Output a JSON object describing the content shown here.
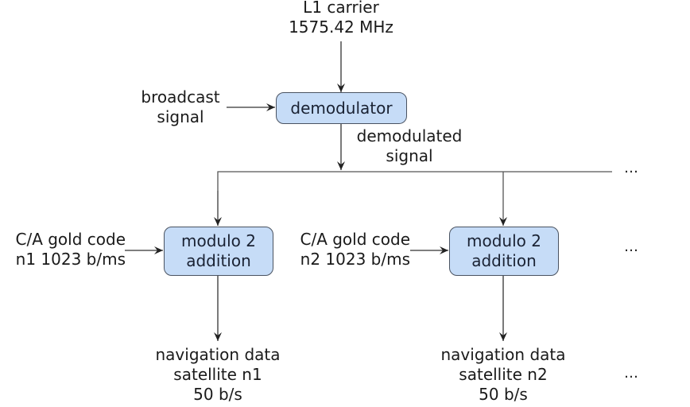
{
  "carrier": {
    "line1": "L1 carrier",
    "line2": "1575.42 MHz"
  },
  "input": {
    "line1": "broadcast",
    "line2": "signal"
  },
  "demodulator": {
    "label": "demodulator"
  },
  "demod_output": {
    "line1": "demodulated",
    "line2": "signal"
  },
  "channels": [
    {
      "code_line1": "C/A gold code",
      "code_line2": "n1 1023 b/ms",
      "box_line1": "modulo 2",
      "box_line2": "addition",
      "out_line1": "navigation data",
      "out_line2": "satellite n1",
      "out_line3": "50 b/s"
    },
    {
      "code_line1": "C/A gold code",
      "code_line2": "n2 1023 b/ms",
      "box_line1": "modulo 2",
      "box_line2": "addition",
      "out_line1": "navigation data",
      "out_line2": "satellite n2",
      "out_line3": "50 b/s"
    }
  ],
  "ellipsis": "…",
  "colors": {
    "box_fill": "#c6dcf7",
    "box_stroke": "#4a5361",
    "wire": "#333333"
  }
}
